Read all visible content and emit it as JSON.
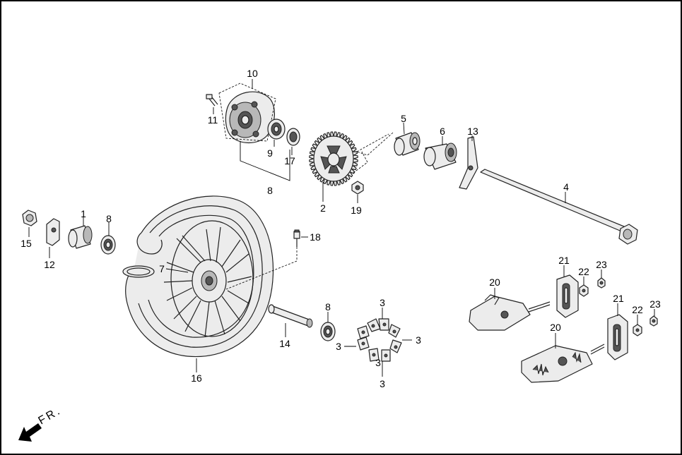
{
  "direction_label": "FR.",
  "callouts": [
    "1",
    "2",
    "3",
    "3",
    "3",
    "3",
    "3",
    "4",
    "5",
    "6",
    "7",
    "8",
    "8",
    "8",
    "9",
    "10",
    "11",
    "12",
    "13",
    "14",
    "15",
    "16",
    "17",
    "18",
    "19",
    "20",
    "20",
    "21",
    "21",
    "22",
    "22",
    "23",
    "23"
  ]
}
